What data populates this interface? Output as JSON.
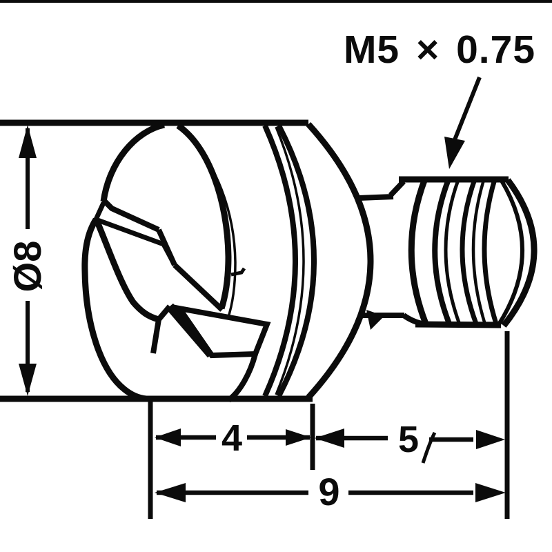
{
  "drawing": {
    "type": "technical-drawing",
    "subject": "slotted screw (jet) side view",
    "thread_spec": "M5 × 0.75",
    "diameter_label": "Ø8",
    "dim_head_length": "4",
    "dim_thread_length": "5",
    "dim_overall_length": "9"
  },
  "colors": {
    "ink": "#0b0b0b",
    "paper": "#ffffff"
  }
}
